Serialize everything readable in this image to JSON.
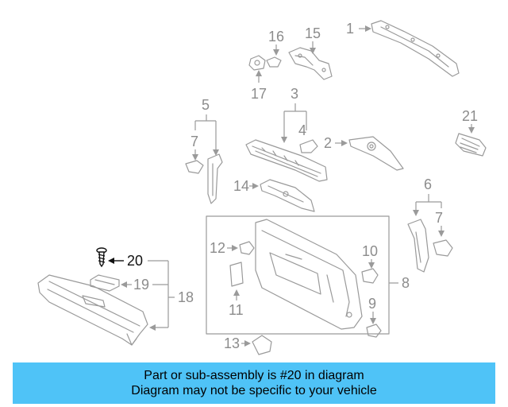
{
  "callouts": {
    "c1": "1",
    "c2": "2",
    "c3": "3",
    "c4": "4",
    "c5": "5",
    "c6": "6",
    "c7a": "7",
    "c7b": "7",
    "c8": "8",
    "c9": "9",
    "c10": "10",
    "c11": "11",
    "c12": "12",
    "c13": "13",
    "c14": "14",
    "c15": "15",
    "c16": "16",
    "c17": "17",
    "c18": "18",
    "c19": "19",
    "c20": "20",
    "c21": "21"
  },
  "highlighted_part": "20",
  "colors": {
    "banner": "#4fc3f7",
    "highlight": "#111111",
    "parts": "#9a9a9a"
  },
  "banner": {
    "line1": "Part or sub-assembly is #20 in diagram",
    "line2": "Diagram may not be specific to your vehicle"
  }
}
